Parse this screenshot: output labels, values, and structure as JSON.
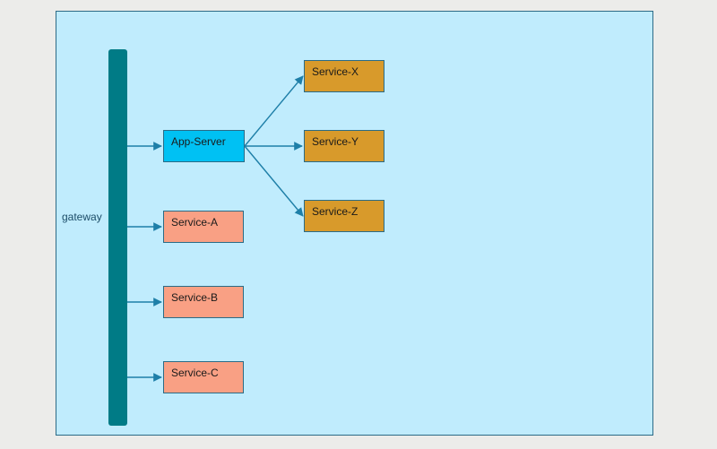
{
  "diagram": {
    "gateway_label": "gateway",
    "nodes": {
      "app_server": "App-Server",
      "service_a": "Service-A",
      "service_b": "Service-B",
      "service_c": "Service-C",
      "service_x": "Service-X",
      "service_y": "Service-Y",
      "service_z": "Service-Z"
    },
    "edges": [
      {
        "from": "gateway",
        "to": "App-Server"
      },
      {
        "from": "gateway",
        "to": "Service-A"
      },
      {
        "from": "gateway",
        "to": "Service-B"
      },
      {
        "from": "gateway",
        "to": "Service-C"
      },
      {
        "from": "App-Server",
        "to": "Service-X"
      },
      {
        "from": "App-Server",
        "to": "Service-Y"
      },
      {
        "from": "App-Server",
        "to": "Service-Z"
      }
    ]
  },
  "colors": {
    "canvas_bg": "#c0ecfd",
    "gateway": "#007b86",
    "app_server": "#00c1f3",
    "gateway_services": "#f9a084",
    "backend_services": "#d89a2b",
    "arrow": "#1e7fa8"
  }
}
